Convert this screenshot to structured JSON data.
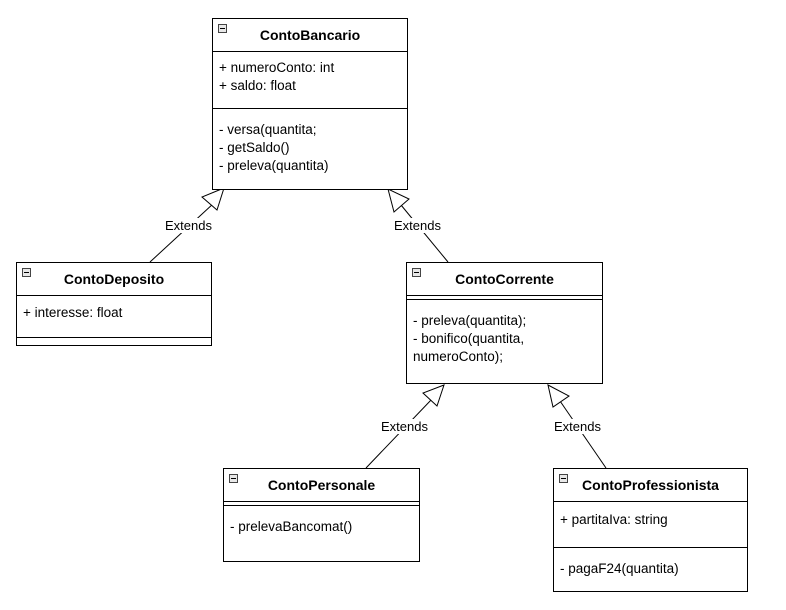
{
  "classes": {
    "conto_bancario": {
      "name": "ContoBancario",
      "attributes": [
        "+ numeroConto: int",
        "+ saldo: float"
      ],
      "methods": [
        "- versa(quantita;",
        "- getSaldo()",
        "- preleva(quantita)"
      ]
    },
    "conto_deposito": {
      "name": "ContoDeposito",
      "attributes": [
        "+ interesse: float"
      ],
      "methods": []
    },
    "conto_corrente": {
      "name": "ContoCorrente",
      "attributes": [],
      "methods": [
        "- preleva(quantita);",
        "- bonifico(quantita,",
        "numeroConto);"
      ]
    },
    "conto_personale": {
      "name": "ContoPersonale",
      "attributes": [],
      "methods": [
        "- prelevaBancomat()"
      ]
    },
    "conto_professionista": {
      "name": "ContoProfessionista",
      "attributes": [
        "+ partitaIva: string"
      ],
      "methods": [
        "- pagaF24(quantita)"
      ]
    }
  },
  "relations": {
    "deposito_extends_bancario": "Extends",
    "corrente_extends_bancario": "Extends",
    "personale_extends_corrente": "Extends",
    "professionista_extends_corrente": "Extends"
  }
}
